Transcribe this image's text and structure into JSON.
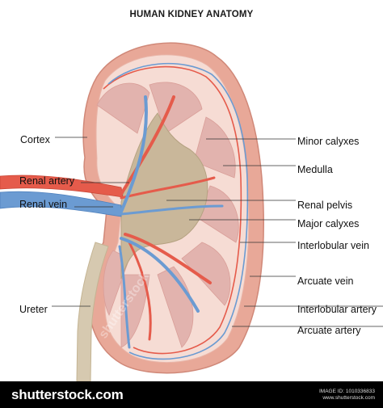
{
  "title": "HUMAN KIDNEY ANATOMY",
  "labels": {
    "cortex": "Cortex",
    "renal_artery": "Renal artery",
    "renal_vein": "Renal vein",
    "ureter": "Ureter",
    "minor_calyxes": "Minor calyxes",
    "medulla": "Medulla",
    "renal_pelvis": "Renal pelvis",
    "major_calyxes": "Major calyxes",
    "interlobular_vein": "Interlobular vein",
    "arcuate_vein": "Arcuate vein",
    "interlobular_artery": "Interlobular artery",
    "arcuate_artery": "Arcuate artery"
  },
  "footer": {
    "brand": "shutterstock",
    "brand_suffix": ".com",
    "image_id": "IMAGE ID: 1010336833",
    "site": "www.shutterstock.com"
  },
  "watermark": "shutterstock",
  "colors": {
    "capsule": "#e8a898",
    "cortex": "#f6dcd4",
    "medulla": "#e2b3ae",
    "pelvis": "#c9b79a",
    "artery": "#e55b4b",
    "vein": "#6b9bd2",
    "ureter": "#d6c9b0"
  }
}
